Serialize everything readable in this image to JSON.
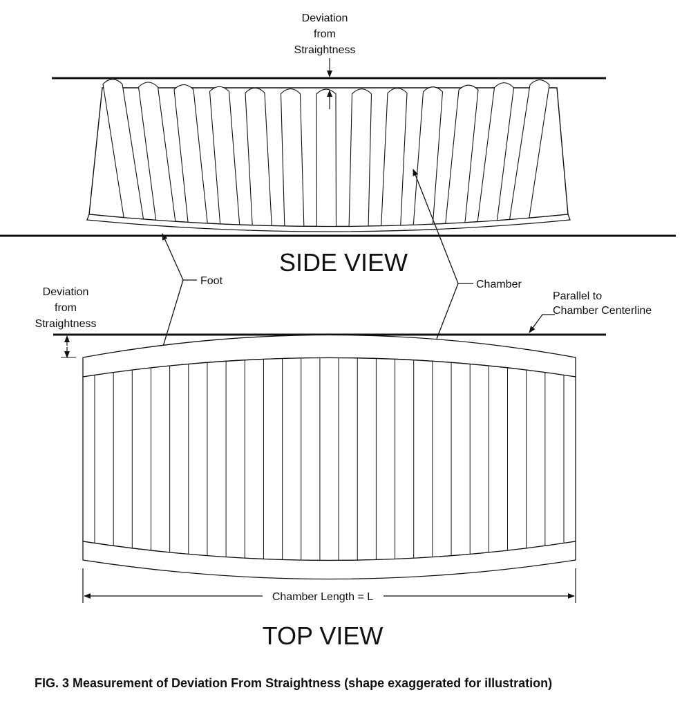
{
  "side_view": {
    "title": "SIDE VIEW",
    "deviation_label": [
      "Deviation",
      "from",
      "Straightness"
    ]
  },
  "top_view": {
    "title": "TOP VIEW",
    "deviation_label": [
      "Deviation",
      "from",
      "Straightness"
    ],
    "parallel_label": [
      "Parallel to",
      "Chamber Centerline"
    ],
    "length_label": "Chamber Length = L"
  },
  "callouts": {
    "foot": "Foot",
    "chamber": "Chamber"
  },
  "caption": "FIG. 3 Measurement of Deviation From Straightness (shape exaggerated for illustration)"
}
